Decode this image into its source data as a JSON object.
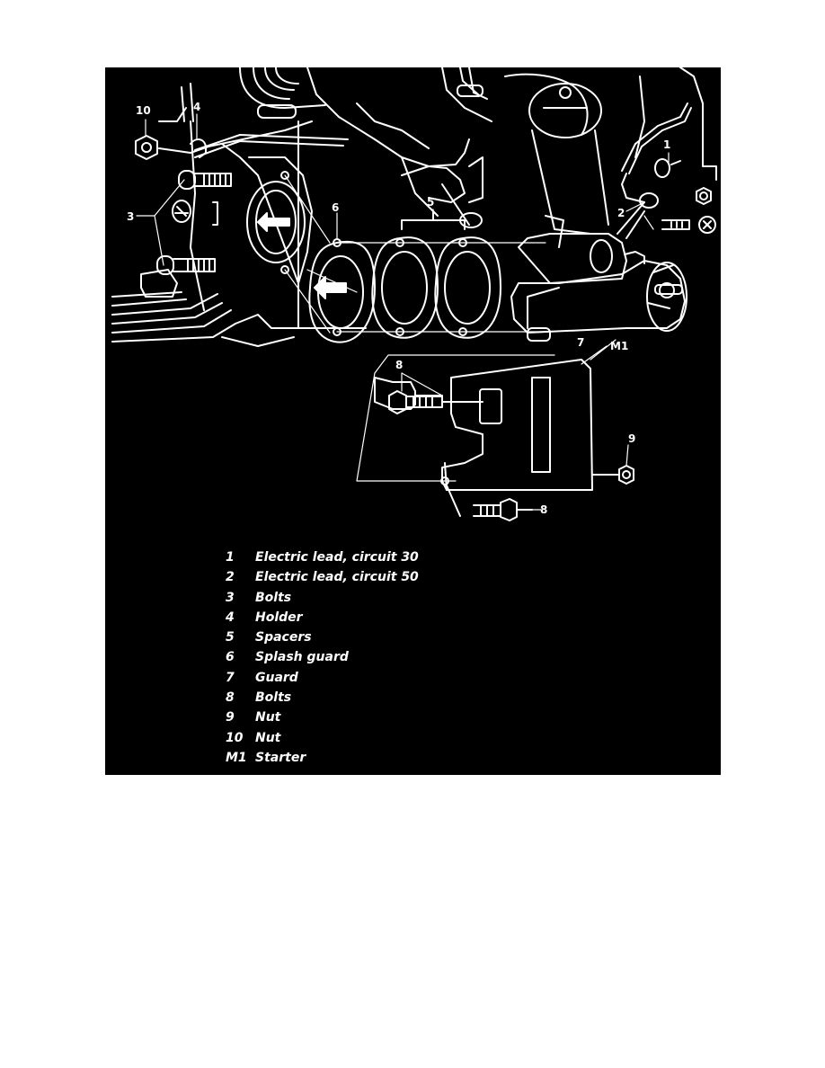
{
  "callouts": {
    "c10": "10",
    "c4": "4",
    "c1": "1",
    "c3": "3",
    "c6": "6",
    "c5": "5",
    "c2": "2",
    "cM1": "M1",
    "c7": "7",
    "c8a": "8",
    "c9": "9",
    "c8b": "8"
  },
  "legend": [
    {
      "key": "1",
      "desc": "Electric lead, circuit 30"
    },
    {
      "key": "2",
      "desc": "Electric lead, circuit 50"
    },
    {
      "key": "3",
      "desc": "Bolts"
    },
    {
      "key": "4",
      "desc": "Holder"
    },
    {
      "key": "5",
      "desc": "Spacers"
    },
    {
      "key": "6",
      "desc": "Splash guard"
    },
    {
      "key": "7",
      "desc": "Guard"
    },
    {
      "key": "8",
      "desc": "Bolts"
    },
    {
      "key": "9",
      "desc": "Nut"
    },
    {
      "key": "10",
      "desc": "Nut"
    },
    {
      "key": "M1",
      "desc": "Starter"
    }
  ],
  "colors": {
    "background": "#000000",
    "ink": "#ffffff"
  }
}
